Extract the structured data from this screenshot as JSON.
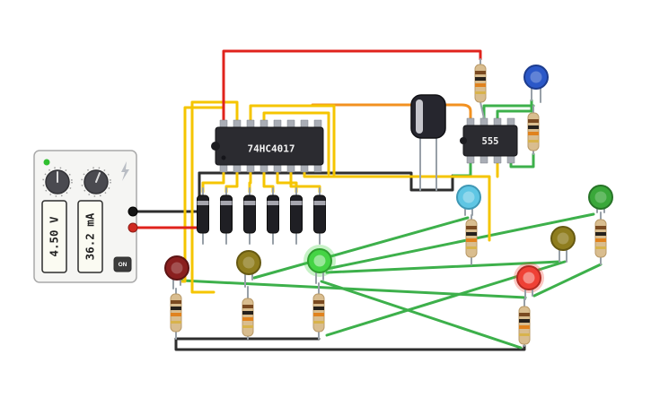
{
  "power_supply": {
    "voltage": "4.50 V",
    "current": "36.2 mA",
    "on_button": "ON"
  },
  "chips": {
    "counter_label": "74HC4017",
    "timer_label": "555"
  },
  "colors": {
    "wire_red": "#e0231c",
    "wire_yellow": "#f5c500",
    "wire_orange": "#f29120",
    "wire_green": "#3db04b",
    "wire_black": "#2e2e2e",
    "terminal_red": "#cf2a21",
    "terminal_black": "#141414",
    "resistor_body": "#d9bd8f",
    "ic_body": "#2b2b30",
    "led1": "#8a1f1f",
    "led2": "#8f7d1e",
    "led3": "#45d445",
    "led4": "#5fc6e4",
    "led5": "#2b58c8",
    "led6": "#3aa83a",
    "led7": "#8f7d1e",
    "led8": "#ef4136"
  },
  "components": {
    "diode_count": 6,
    "resistor_count": 8,
    "leds": [
      {
        "color": "red",
        "lit": false
      },
      {
        "color": "yellow",
        "lit": false
      },
      {
        "color": "green",
        "lit": true
      },
      {
        "color": "cyan",
        "lit": false
      },
      {
        "color": "blue",
        "lit": false
      },
      {
        "color": "green",
        "lit": false
      },
      {
        "color": "yellow",
        "lit": false
      },
      {
        "color": "red",
        "lit": true
      }
    ]
  }
}
